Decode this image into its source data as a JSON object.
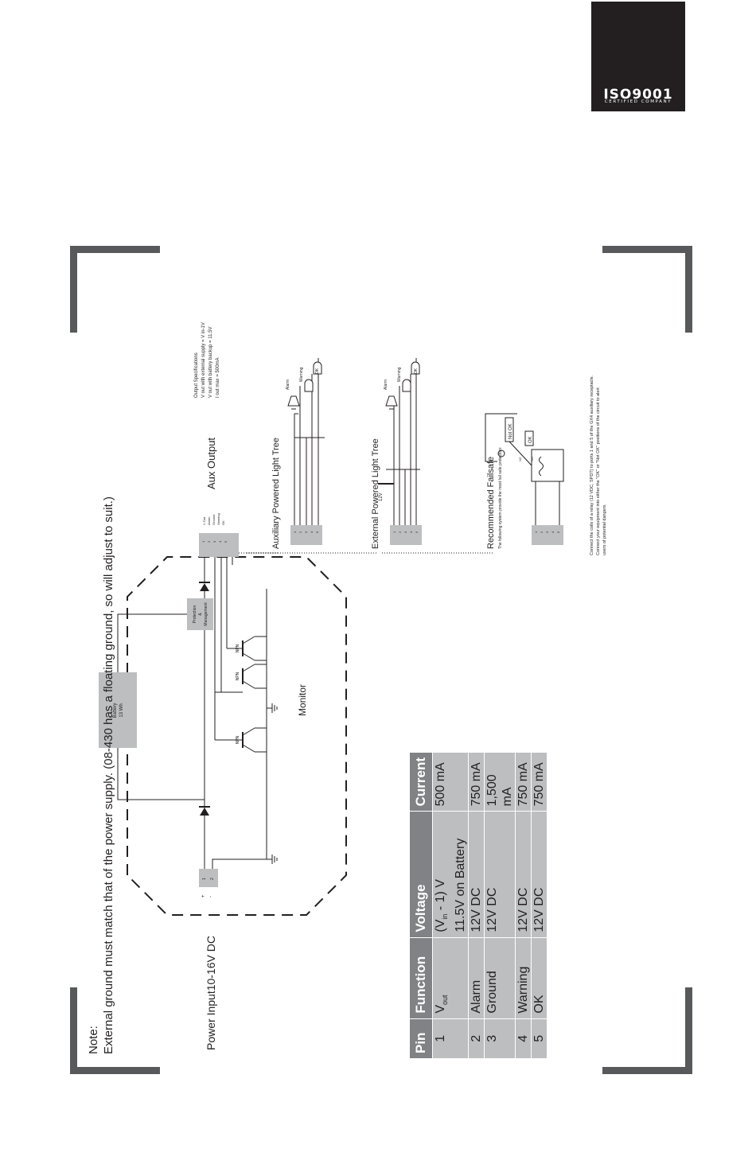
{
  "logo": {
    "name": "ISO9001",
    "subtitle": "CERTIFIED COMPANY"
  },
  "power_input": {
    "label": "Power Input10-16V DC",
    "plus": "+",
    "minus": "-",
    "pin1": "1",
    "pin2": "2"
  },
  "battery": {
    "line1": "Battery",
    "line2": "13 Wh"
  },
  "protection": {
    "line1": "Protection",
    "line2": "&",
    "line3": "Management"
  },
  "monitor_label": "Monitor",
  "npn_label": "NPN",
  "aux_output": {
    "label": "Aux Output",
    "terminal_labels": [
      "V Out",
      "Alarm",
      "Ground",
      "Warning",
      "OK"
    ],
    "terminal_numbers": [
      "1",
      "2",
      "3",
      "4",
      "5"
    ]
  },
  "output_specs": {
    "title": "Output Specifications",
    "lines": [
      "V out with external supply = V in-1V",
      "V out with battery backup = 11.5V",
      "I out max = 500mA"
    ]
  },
  "aux_tree": {
    "title": "Auxiliary Powered Light Tree",
    "numbers": [
      "1",
      "2",
      "3",
      "4",
      "5"
    ]
  },
  "ext_tree": {
    "title": "External Powered Light Tree",
    "numbers": [
      "1",
      "2",
      "3",
      "4",
      "5"
    ],
    "supply": "12V"
  },
  "lamp_labels": {
    "alarm": "Alarm",
    "warning": "Warning",
    "ok": "OK"
  },
  "failsafe": {
    "title": "Recommended Failsafe",
    "subtitle": "The following system provide the most fail safe protection:",
    "numbers": [
      "1",
      "2",
      "3",
      "4",
      "5"
    ],
    "not_ok": "Not OK",
    "ok": "OK",
    "nc": "NC",
    "no": "NO",
    "text": [
      "Connect the coils of a relay (12 VDC, SPDT) to ports 1 and 5 of the GX4 auxiliary receptacle.",
      "Connect your equipment into either the \"OK\" or \"Not OK\" positions of the circuit to alert",
      "users of potential dangers."
    ]
  },
  "pin_table": {
    "headers": [
      "Pin",
      "Function",
      "Voltage",
      "Current"
    ],
    "rows": [
      {
        "pin": "1",
        "function": "V",
        "function_sub": "out",
        "voltage": "(V",
        "voltage_sub": "in",
        "voltage_rest": " - 1) V",
        "voltage_line2": "11.5V on Battery",
        "current": "500 mA"
      },
      {
        "pin": "2",
        "function": "Alarm",
        "voltage": "12V DC",
        "current": "750 mA"
      },
      {
        "pin": "3",
        "function": "Ground",
        "voltage": "12V DC",
        "current": "1,500 mA"
      },
      {
        "pin": "4",
        "function": "Warning",
        "voltage": "12V DC",
        "current": "750 mA"
      },
      {
        "pin": "5",
        "function": "OK",
        "voltage": "12V DC",
        "current": "750 mA"
      }
    ]
  },
  "note": {
    "title": "Note:",
    "text": "External ground must match that of the power supply. (08-430 has a floating ground, so will adjust to suit.)"
  }
}
